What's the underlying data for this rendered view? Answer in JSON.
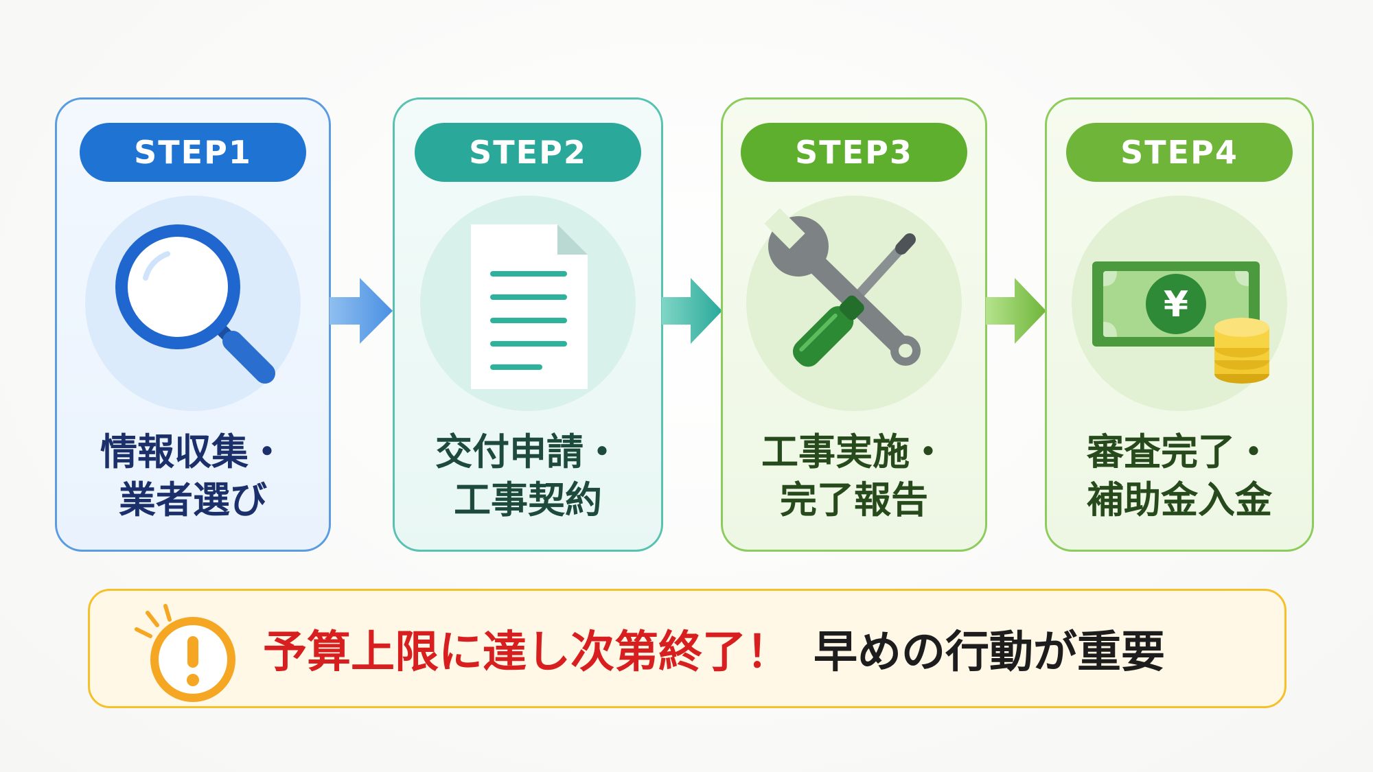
{
  "steps": [
    {
      "badge": "STEP1",
      "line1": "情報収集・",
      "line2": "業者選び",
      "icon": "magnifying-glass-icon",
      "accent": "#1f74d3",
      "text_color": "#1b2f6b"
    },
    {
      "badge": "STEP2",
      "line1": "交付申請・",
      "line2": "工事契約",
      "icon": "document-icon",
      "accent": "#2aa89a",
      "text_color": "#1e4a3c"
    },
    {
      "badge": "STEP3",
      "line1": "工事実施・",
      "line2": "完了報告",
      "icon": "wrench-screwdriver-icon",
      "accent": "#5faf2e",
      "text_color": "#274a1c"
    },
    {
      "badge": "STEP4",
      "line1": "審査完了・",
      "line2": "補助金入金",
      "icon": "yen-banknote-coins-icon",
      "accent": "#6fb53a",
      "text_color": "#274a1c"
    }
  ],
  "notice": {
    "alert": "予算上限に達し次第終了！",
    "message": "早めの行動が重要",
    "icon": "exclamation-icon",
    "alert_color": "#d81f1f",
    "border_color": "#f5c02a"
  }
}
